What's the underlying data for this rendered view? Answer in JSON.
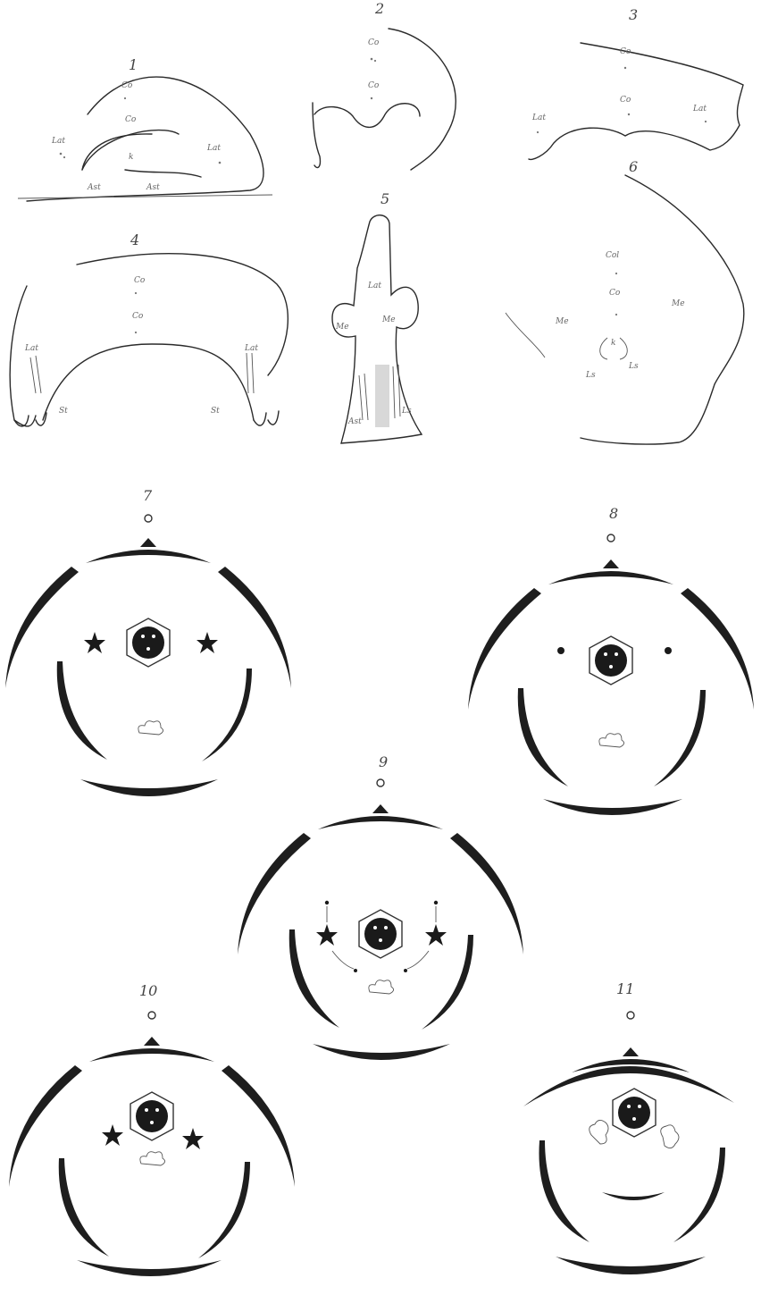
{
  "figures": [
    {
      "number": "1",
      "labels": [
        "Co",
        "Co",
        "Lat",
        "k",
        "Lat",
        "Ast",
        "Ast"
      ]
    },
    {
      "number": "2",
      "labels": [
        "Co",
        "Co"
      ]
    },
    {
      "number": "3",
      "labels": [
        "Co",
        "Co",
        "Lat",
        "Lat"
      ]
    },
    {
      "number": "4",
      "labels": [
        "Co",
        "Co",
        "Lat",
        "Lat",
        "St",
        "St"
      ]
    },
    {
      "number": "5",
      "labels": [
        "Lat",
        "Me",
        "Me",
        "Ast",
        "Ls"
      ]
    },
    {
      "number": "6",
      "labels": [
        "Col",
        "Co",
        "Me",
        "Me",
        "k",
        "Ls",
        "Ls"
      ]
    },
    {
      "number": "7",
      "marker": "star"
    },
    {
      "number": "8",
      "marker": "dot"
    },
    {
      "number": "9",
      "marker": "star-with-arrows"
    },
    {
      "number": "10",
      "marker": "star"
    },
    {
      "number": "11",
      "marker": "petaloid"
    }
  ],
  "colors": {
    "ink": "#1e1e1e",
    "paper": "#ffffff",
    "label": "#666666"
  }
}
